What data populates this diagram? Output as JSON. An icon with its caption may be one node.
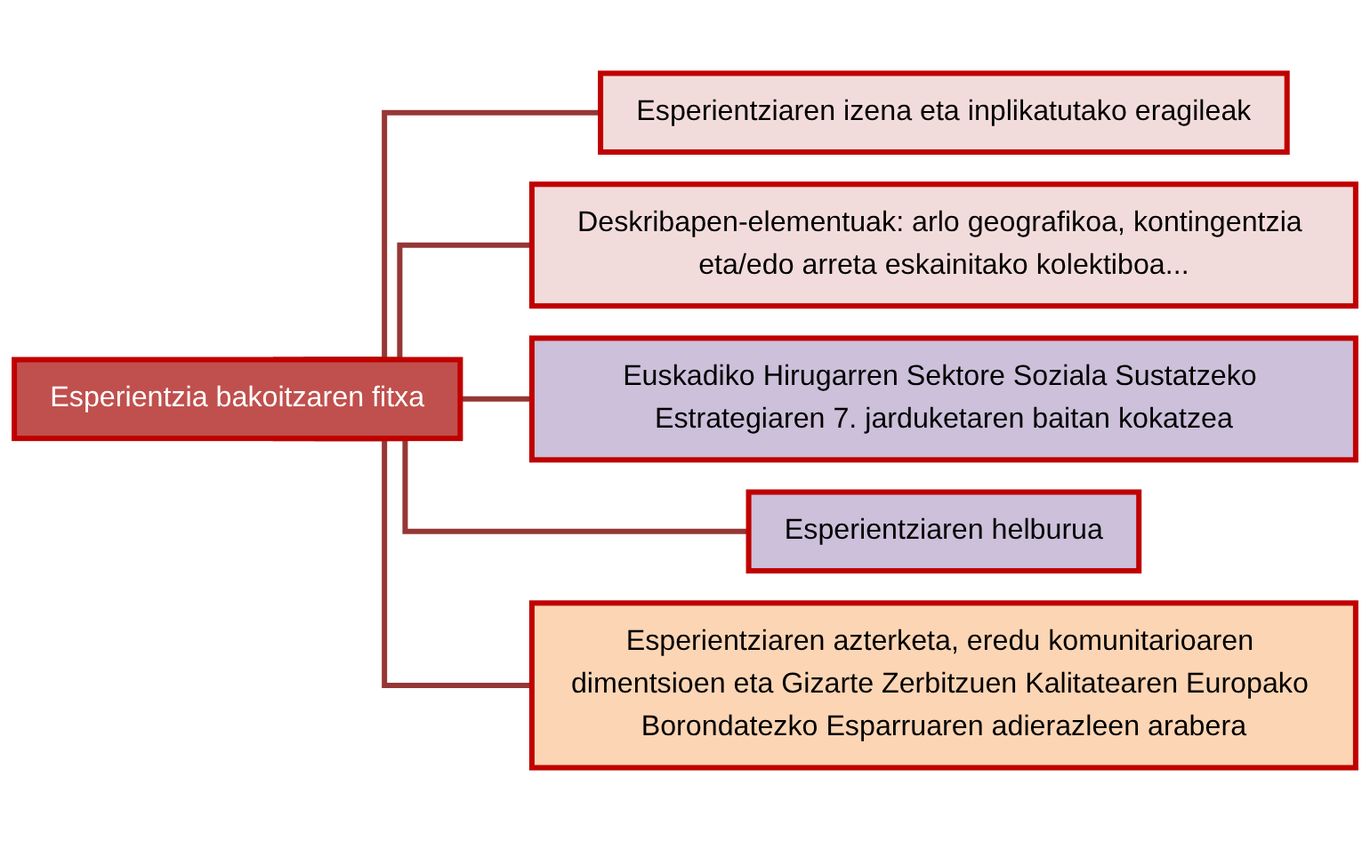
{
  "diagram": {
    "nodes": [
      {
        "text": [
          "Esperientzia bakoitzaren fitxa"
        ]
      },
      {
        "text": [
          "Esperientziaren izena eta inplikatutako eragileak"
        ]
      },
      {
        "text": [
          "Deskribapen-elementuak: arlo geografikoa, kontingentzia eta/edo arreta eskainitako kolektiboa..."
        ]
      },
      {
        "text": [
          "Euskadiko Hirugarren Sektore Soziala Sustatzeko Estrategiaren 7. jarduketaren baitan kokatzea"
        ]
      },
      {
        "text": [
          "Esperientziaren helburua"
        ]
      },
      {
        "text": [
          "Esperientziaren azterketa, eredu komunitarioaren dimentsioen eta Gizarte Zerbitzuen Kalitatearen Europako Borondatezko Esparruaren adierazleen arabera"
        ]
      }
    ],
    "edges": [
      {
        "from": 0,
        "to": 1,
        "arrow": "none"
      },
      {
        "from": 0,
        "to": 2,
        "arrow": "none"
      },
      {
        "from": 0,
        "to": 3,
        "arrow": "none"
      },
      {
        "from": 0,
        "to": 4,
        "arrow": "none"
      },
      {
        "from": 0,
        "to": 5,
        "arrow": "none"
      }
    ]
  }
}
